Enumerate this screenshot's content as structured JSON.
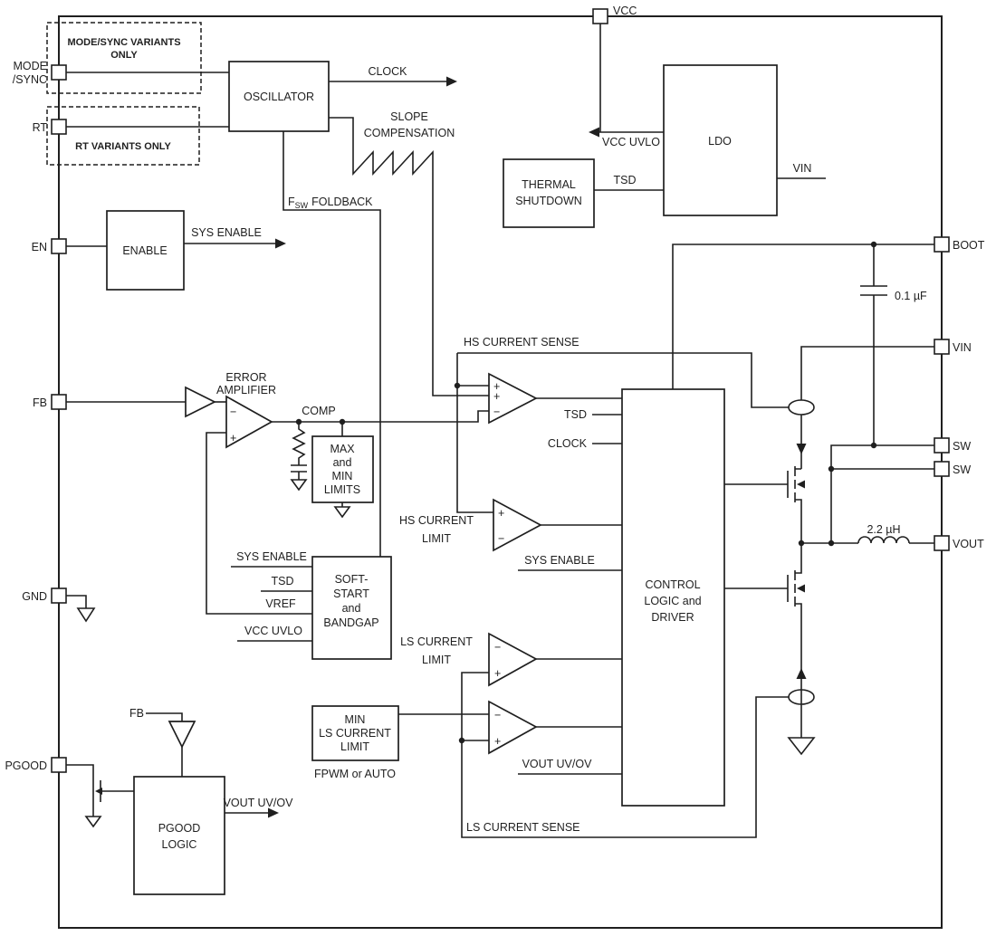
{
  "colors": {
    "ink": "#1f1f1f",
    "background": "#ffffff"
  },
  "pins": {
    "vcc": "VCC",
    "mode_sync": [
      "MODE",
      "/SYNC"
    ],
    "rt": "RT",
    "en": "EN",
    "fb": "FB",
    "gnd": "GND",
    "pgood": "PGOOD",
    "boot": "BOOT",
    "vin": "VIN",
    "sw_upper": "SW",
    "sw_lower": "SW",
    "vout": "VOUT"
  },
  "variant_notes": {
    "mode_sync": [
      "MODE/SYNC VARIANTS",
      "ONLY"
    ],
    "rt": "RT VARIANTS ONLY"
  },
  "blocks": {
    "oscillator": "OSCILLATOR",
    "ldo": "LDO",
    "thermal_shutdown": [
      "THERMAL",
      "SHUTDOWN"
    ],
    "enable": "ENABLE",
    "max_min_limits": [
      "MAX",
      "and",
      "MIN",
      "LIMITS"
    ],
    "soft_start": [
      "SOFT-",
      "START",
      "and",
      "BANDGAP"
    ],
    "control_logic": [
      "CONTROL",
      "LOGIC and",
      "DRIVER"
    ],
    "min_ls_current_limit": [
      "MIN",
      "LS CURRENT",
      "LIMIT"
    ],
    "pgood_logic": [
      "PGOOD",
      "LOGIC"
    ]
  },
  "labels": {
    "clock": "CLOCK",
    "slope_compensation": [
      "SLOPE",
      "COMPENSATION"
    ],
    "vcc_uvlo": "VCC UVLO",
    "tsd": "TSD",
    "ldo_vin": "VIN",
    "fsw_prefix": "F",
    "fsw_sub": "SW",
    "fsw_suffix": "FOLDBACK",
    "sys_enable": "SYS ENABLE",
    "error_amplifier": [
      "ERROR",
      "AMPLIFIER"
    ],
    "comp": "COMP",
    "hs_current_sense": "HS CURRENT SENSE",
    "ctrl_tsd": "TSD",
    "ctrl_clock": "CLOCK",
    "hs_current_limit": [
      "HS CURRENT",
      "LIMIT"
    ],
    "ctrl_sys_enable": "SYS ENABLE",
    "ss_sys_enable": "SYS ENABLE",
    "ss_tsd": "TSD",
    "ss_vref": "VREF",
    "ss_vcc_uvlo": "VCC UVLO",
    "ls_current_limit": [
      "LS CURRENT",
      "LIMIT"
    ],
    "fpwm_or_auto": "FPWM or AUTO",
    "ctrl_vout_uvov": "VOUT UV/OV",
    "ls_current_sense": "LS CURRENT SENSE",
    "pgood_fb": "FB",
    "pgood_vout_uvov": "VOUT UV/OV",
    "boot_cap": "0.1 µF",
    "inductor": "2.2 µH",
    "plus": "+",
    "minus": "−"
  }
}
